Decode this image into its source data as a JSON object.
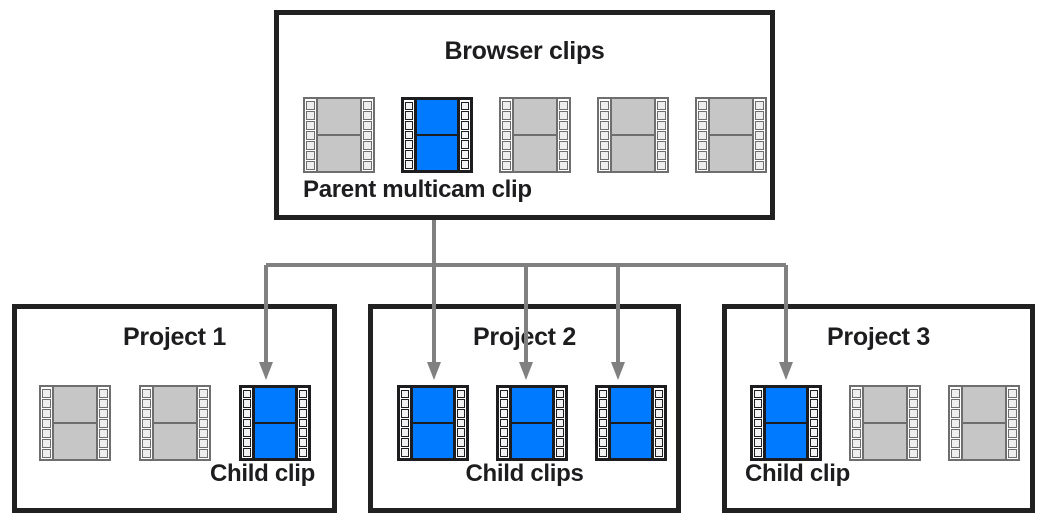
{
  "diagram": {
    "title_semantics": "multicam-parent-child-clip-relationship",
    "colors": {
      "accent_blue": "#007AFF",
      "clip_gray_fill": "#c6c6c6",
      "clip_gray_stroke": "#6e6e6e",
      "box_stroke": "#212121",
      "connector_gray": "#808080",
      "text": "#1d1d1f"
    }
  },
  "browser": {
    "title": "Browser clips",
    "caption": "Parent multicam clip",
    "clips": [
      {
        "state": "gray"
      },
      {
        "state": "blue"
      },
      {
        "state": "gray"
      },
      {
        "state": "gray"
      },
      {
        "state": "gray"
      }
    ]
  },
  "projects": [
    {
      "title": "Project 1",
      "caption": "Child clip",
      "clips": [
        {
          "state": "gray"
        },
        {
          "state": "gray"
        },
        {
          "state": "blue"
        }
      ]
    },
    {
      "title": "Project 2",
      "caption": "Child clips",
      "clips": [
        {
          "state": "blue"
        },
        {
          "state": "blue"
        },
        {
          "state": "blue"
        }
      ]
    },
    {
      "title": "Project 3",
      "caption": "Child clip",
      "clips": [
        {
          "state": "blue"
        },
        {
          "state": "gray"
        },
        {
          "state": "gray"
        }
      ]
    }
  ],
  "connectors": {
    "source_label": "parent-multicam-clip",
    "arrow_count": 5,
    "arrow_targets": [
      "project-1-child-clip",
      "project-2-child-clip-1",
      "project-2-child-clip-2",
      "project-2-child-clip-3",
      "project-3-child-clip"
    ]
  }
}
